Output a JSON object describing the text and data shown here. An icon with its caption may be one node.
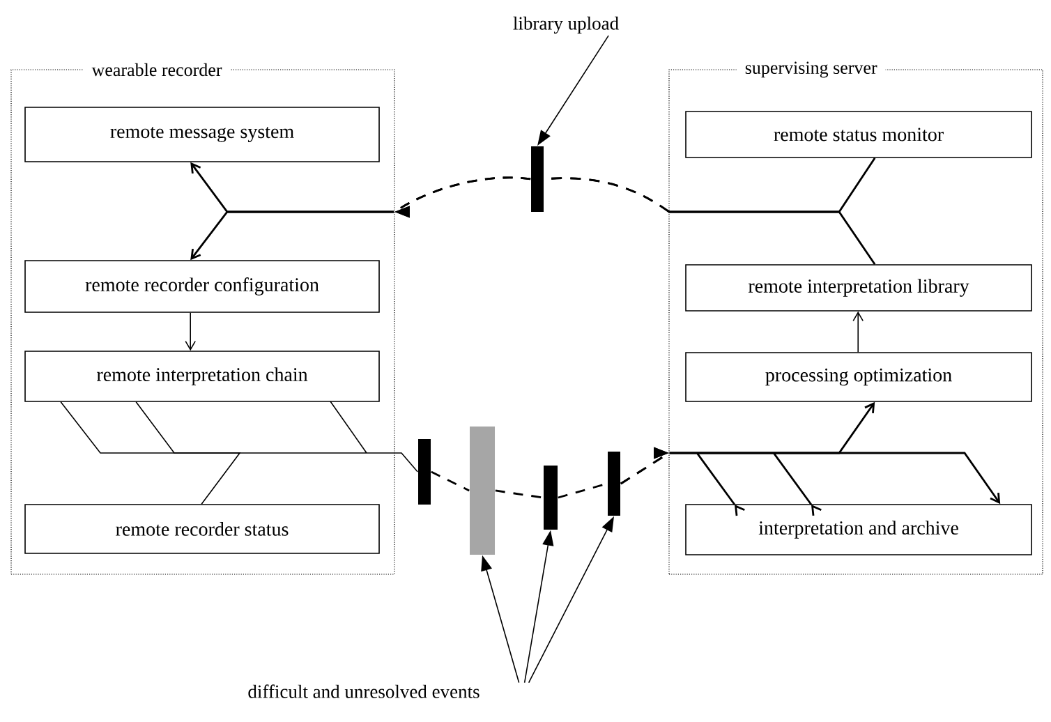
{
  "diagram": {
    "nodes": [
      {
        "text": [
          "wearable recorder"
        ]
      },
      {
        "text": [
          "remote message system"
        ],
        "in": 0
      },
      {
        "text": [
          "remote recorder configuration"
        ],
        "in": 0
      },
      {
        "text": [
          "remote interpretation chain"
        ],
        "in": 0
      },
      {
        "text": [
          "remote recorder status"
        ],
        "in": 0
      },
      {
        "text": [
          "supervising server"
        ]
      },
      {
        "text": [
          "remote status monitor"
        ],
        "in": 5
      },
      {
        "text": [
          "remote interpretation library"
        ],
        "in": 5
      },
      {
        "text": [
          "processing optimization"
        ],
        "in": 5
      },
      {
        "text": [
          "interpretation and archive"
        ],
        "in": 5
      },
      {
        "text": [],
        "shape": "bar"
      },
      {
        "text": [],
        "shape": "bar"
      },
      {
        "text": [],
        "shape": "bar"
      },
      {
        "text": [],
        "shape": "bar"
      },
      {
        "text": [],
        "shape": "bar"
      },
      {
        "text": [
          "library upload"
        ]
      },
      {
        "text": [
          "difficult and unresolved events"
        ]
      }
    ],
    "edges": [
      {
        "from": 6,
        "to": 10,
        "arrow": "none",
        "style": "dashed"
      },
      {
        "from": 7,
        "to": 10,
        "arrow": "none",
        "style": "dashed"
      },
      {
        "from": 10,
        "to": 1,
        "arrow": "to",
        "style": "dashed"
      },
      {
        "from": 10,
        "to": 2,
        "arrow": "to",
        "style": "dashed"
      },
      {
        "from": 2,
        "to": 3,
        "arrow": "to"
      },
      {
        "from": 3,
        "to": 4,
        "arrow": "none"
      },
      {
        "from": 3,
        "to": 11,
        "arrow": "none"
      },
      {
        "from": 11,
        "to": 12,
        "arrow": "none",
        "style": "dashed"
      },
      {
        "from": 12,
        "to": 13,
        "arrow": "none",
        "style": "dashed"
      },
      {
        "from": 13,
        "to": 14,
        "arrow": "none",
        "style": "dashed"
      },
      {
        "from": 14,
        "to": 9,
        "arrow": "to",
        "style": "dashed"
      },
      {
        "from": 14,
        "to": 8,
        "arrow": "to",
        "style": "dashed"
      },
      {
        "from": 8,
        "to": 7,
        "arrow": "to"
      },
      {
        "from": 15,
        "to": 10,
        "arrow": "to"
      },
      {
        "from": 16,
        "to": 12,
        "arrow": "to"
      },
      {
        "from": 16,
        "to": 13,
        "arrow": "to"
      },
      {
        "from": 16,
        "to": 14,
        "arrow": "to"
      }
    ]
  }
}
